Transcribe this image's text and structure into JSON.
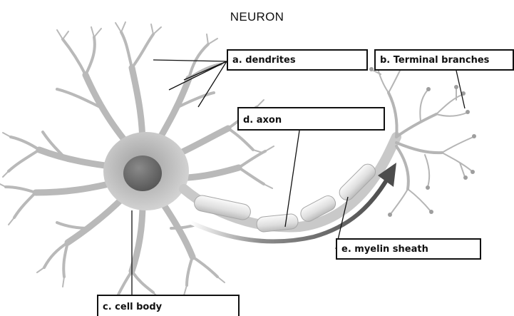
{
  "title": "NEURON",
  "labels": {
    "a": "a. dendrites",
    "b": "b. Terminal branches",
    "c": "c. cell body",
    "d": "d. axon",
    "e": "e. myelin sheath"
  },
  "colors": {
    "neuron_fill": "#c9c9c9",
    "neuron_shade": "#9a9a9a",
    "nucleus": "#6f6f6f",
    "myelin": "#e6e6e6",
    "arrow": "#5a5a5a",
    "line": "#111111"
  }
}
